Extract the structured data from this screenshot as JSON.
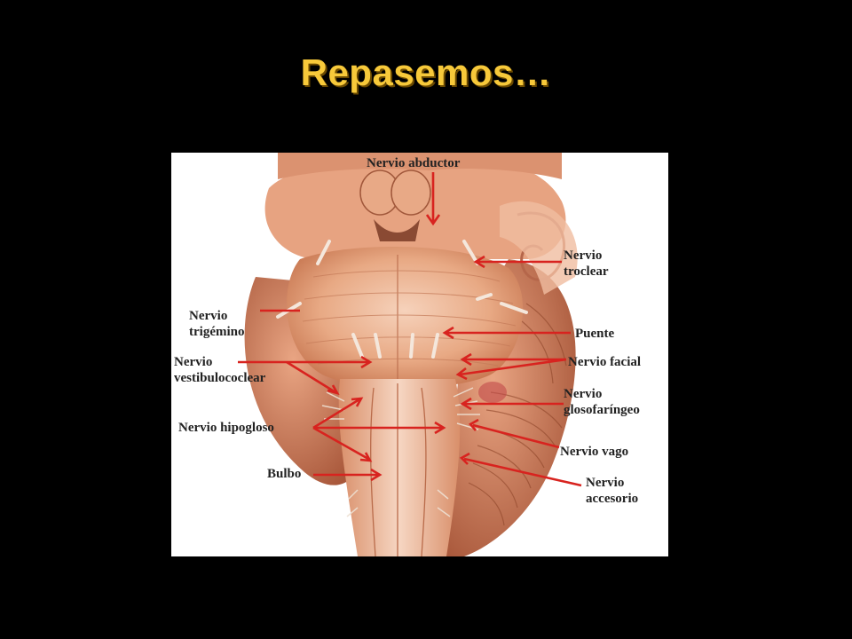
{
  "slide": {
    "title": "Repasemos…"
  },
  "colors": {
    "background": "#000000",
    "title": "#F7C93A",
    "arrow": "#D8231F",
    "tissue_light": "#F2C3A6",
    "tissue_mid": "#D9906B",
    "tissue_dark": "#A85A3A"
  },
  "labels": {
    "abducens": "Nervio abductor",
    "trochlear_line1": "Nervio",
    "trochlear_line2": "troclear",
    "trigeminal_line1": "Nervio",
    "trigeminal_line2": "trigémino",
    "pons": "Puente",
    "vestibulocochlear_line1": "Nervio",
    "vestibulocochlear_line2": "vestibulococlear",
    "facial": "Nervio facial",
    "glossopharyngeal_line1": "Nervio",
    "glossopharyngeal_line2": "glosofaríngeo",
    "hypoglossal": "Nervio hipogloso",
    "vagus": "Nervio vago",
    "medulla": "Bulbo",
    "accessory_line1": "Nervio",
    "accessory_line2": "accesorio"
  }
}
